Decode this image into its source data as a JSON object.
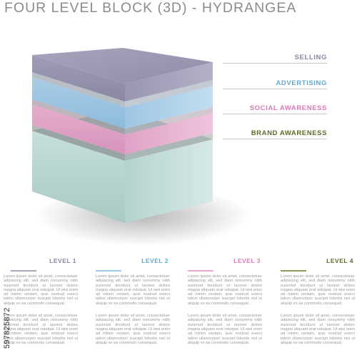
{
  "title": "FOUR LEVEL BLOCK (3D) - HYDRANGEA",
  "levels": [
    {
      "label": "SELLING",
      "color": "#8a87a4"
    },
    {
      "label": "ADVERTISING",
      "color": "#63a9d3"
    },
    {
      "label": "SOCIAL AWARENESS",
      "color": "#d97bb5"
    },
    {
      "label": "BRAND AWARENESS",
      "color": "#5d6b2a"
    }
  ],
  "columns": [
    {
      "heading": "LEVEL 1",
      "color": "#8a87a4",
      "rule_color": "#a8a6bd",
      "text1": "Lorem ipsum dolor sit amet, consectetuer adipiscing elit, sed diam nonummy nibh euismod tincidunt ut laoreet dolore magna aliquam erat volutpat. Ut wisi enim ad minim veniam, quis nostrud exerci tation ullamcorper suscipit lobortis nisl ut aliquip ex ea commodo consequat.",
      "text2": "Lorem ipsum dolor sit amet, consectetuer adipiscing elit, sed diam nonummy nibh euismod tincidunt ut laoreet dolore magna aliquam erat volutpat. Ut wisi enim ad minim veniam, quis nostrud exerci tation ullamcorper suscipit lobortis nisl ut aliquip ex ea commodo consequat."
    },
    {
      "heading": "LEVEL 2",
      "color": "#63a9d3",
      "rule_color": "#9ccbe6",
      "text1": "Lorem ipsum dolor sit amet, consectetuer adipiscing elit, sed diam nonummy nibh euismod tincidunt ut laoreet dolore magna aliquam erat volutpat. Ut wisi enim ad minim veniam, quis nostrud exerci tation ullamcorper suscipit lobortis nisl ut aliquip ex ea commodo consequat.",
      "text2": "Lorem ipsum dolor sit amet, consectetuer adipiscing elit, sed diam nonummy nibh euismod tincidunt ut laoreet dolore magna aliquam erat volutpat. Ut wisi enim ad minim veniam, quis nostrud exerci tation ullamcorper suscipit lobortis nisl ut aliquip ex ea commodo consequat."
    },
    {
      "heading": "LEVEL 3",
      "color": "#d97bb5",
      "rule_color": "#eaa6cf",
      "text1": "Lorem ipsum dolor sit amet, consectetuer adipiscing elit, sed diam nonummy nibh euismod tincidunt ut laoreet dolore magna aliquam erat volutpat. Ut wisi enim ad minim veniam, quis nostrud exerci tation ullamcorper suscipit lobortis nisl ut aliquip ex ea commodo consequat.",
      "text2": "Lorem ipsum dolor sit amet, consectetuer adipiscing elit, sed diam nonummy nibh euismod tincidunt ut laoreet dolore magna aliquam erat volutpat. Ut wisi enim ad minim veniam, quis nostrud exerci tation ullamcorper suscipit lobortis nisl ut aliquip ex ea commodo consequat."
    },
    {
      "heading": "LEVEL 4",
      "color": "#5d6b2a",
      "rule_color": "#8e9a5a",
      "text1": "Lorem ipsum dolor sit amet, consectetuer adipiscing elit, sed diam nonummy nibh euismod tincidunt ut laoreet dolore magna aliquam erat volutpat. Ut wisi enim ad minim veniam, quis nostrud exerci tation ullamcorper suscipit lobortis nisl ut aliquip ex ea commodo consequat.",
      "text2": "Lorem ipsum dolor sit amet, consectetuer adipiscing elit, sed diam nonummy nibh euismod tincidunt ut laoreet dolore magna aliquam erat volutpat. Ut wisi enim ad minim veniam, quis nostrud exerci tation ullamcorper suscipit lobortis nisl ut aliquip ex ea commodo consequat."
    }
  ],
  "side_id": "597825872"
}
